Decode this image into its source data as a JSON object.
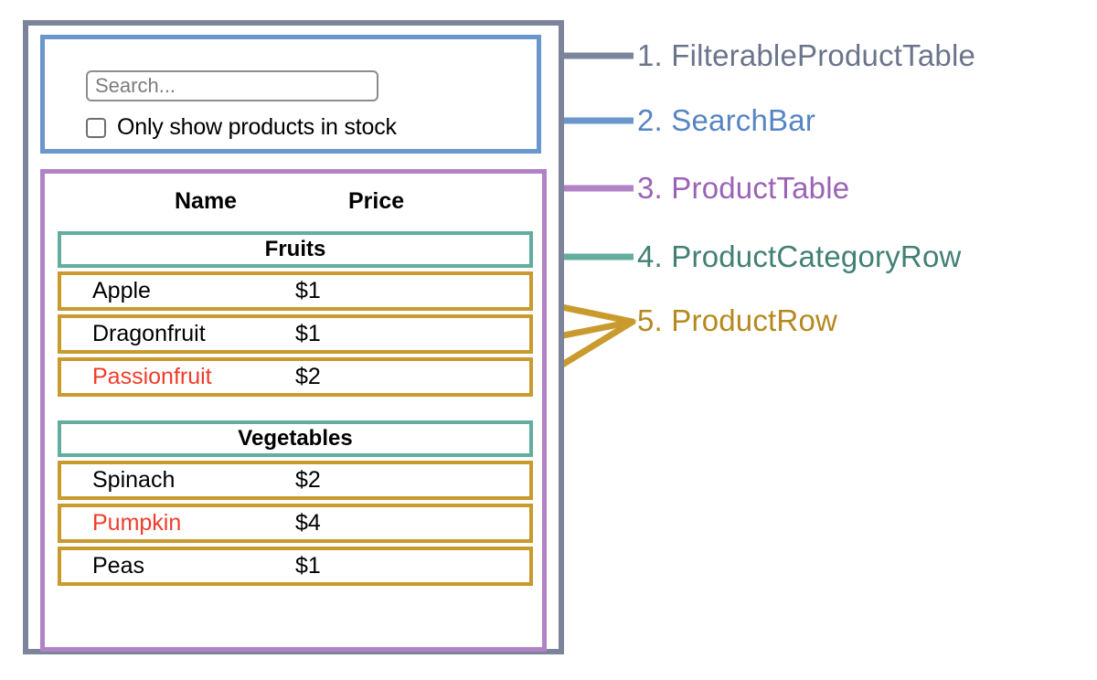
{
  "search": {
    "placeholder": "Search...",
    "value": "",
    "checkbox_label": "Only show products in stock",
    "checkbox_checked": false
  },
  "table": {
    "columns": [
      "Name",
      "Price"
    ],
    "groups": [
      {
        "category": "Fruits",
        "products": [
          {
            "name": "Apple",
            "price": "$1",
            "stocked": true
          },
          {
            "name": "Dragonfruit",
            "price": "$1",
            "stocked": true
          },
          {
            "name": "Passionfruit",
            "price": "$2",
            "stocked": false
          }
        ]
      },
      {
        "category": "Vegetables",
        "products": [
          {
            "name": "Spinach",
            "price": "$2",
            "stocked": true
          },
          {
            "name": "Pumpkin",
            "price": "$4",
            "stocked": false
          },
          {
            "name": "Peas",
            "price": "$1",
            "stocked": true
          }
        ]
      }
    ]
  },
  "annotations": [
    {
      "number": "1.",
      "label": "1. FilterableProductTable",
      "color": "#6b748b"
    },
    {
      "number": "2.",
      "label": "2. SearchBar",
      "color": "#5585c4"
    },
    {
      "number": "3.",
      "label": "3. ProductTable",
      "color": "#9b63b5"
    },
    {
      "number": "4.",
      "label": "4. ProductCategoryRow",
      "color": "#428074"
    },
    {
      "number": "5.",
      "label": "5. ProductRow",
      "color": "#b5891f"
    }
  ],
  "colors": {
    "filterable_border": "#7b849b",
    "searchbar_border": "#6a95cd",
    "producttable_border": "#b183c6",
    "categoryrow_border": "#62ad9e",
    "productrow_border": "#c99a2e",
    "out_of_stock_text": "#f13c2a"
  }
}
